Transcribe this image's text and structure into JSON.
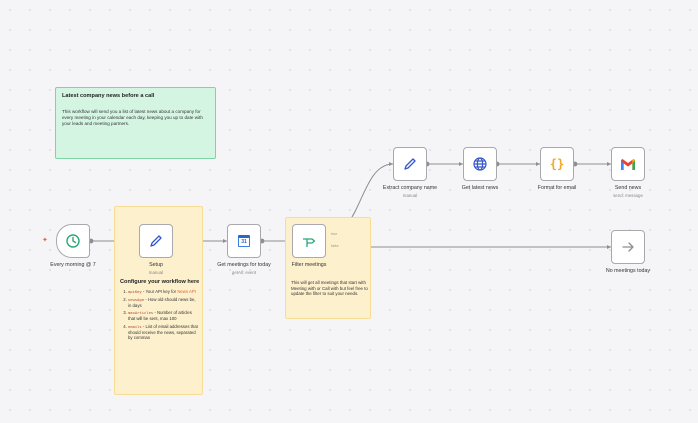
{
  "canvas": {
    "background": "#f5f5f7",
    "accent_trigger": "#f25a4a",
    "node_border": "#a9a9ad"
  },
  "sticky_top": {
    "title": "Latest company news before a call",
    "body": "This workflow will send you a list of latest news about a company for every meeting in your calendar each day, keeping you up to date with your leads and meeting partners."
  },
  "sticky_setup": {
    "title": "Configure your workflow here",
    "items": [
      {
        "code": "apiKey",
        "text": " - Your API key for ",
        "link": "News API"
      },
      {
        "code": "newsAge",
        "text": " - How old should news be, in days"
      },
      {
        "code": "maxArticles",
        "text": " - Number of articles that will be sent, max 100"
      },
      {
        "code": "emails",
        "text": " - List of email addresses that should receive the news, separated by commas"
      }
    ]
  },
  "sticky_filter": {
    "body": "This will get all meetings that start with Meeting with or Call with but feel free to update the filter to suit your needs."
  },
  "nodes": {
    "trigger": {
      "label": "Every morning @ 7",
      "icon": "clock-icon"
    },
    "setup": {
      "label": "Setup",
      "sub": "manual",
      "icon": "pencil-icon"
    },
    "calendar": {
      "label": "Get meetings for today",
      "sub": "getAll: event",
      "icon": "google-calendar-icon"
    },
    "filter": {
      "label": "Filter meetings",
      "icon": "filter-icon",
      "port_true": "true",
      "port_false": "false"
    },
    "extract": {
      "label": "Extract company name",
      "sub": "manual",
      "icon": "pencil-icon"
    },
    "news": {
      "label": "Get latest news",
      "icon": "globe-icon"
    },
    "format": {
      "label": "Format for email",
      "icon": "code-braces-icon"
    },
    "send": {
      "label": "Send news",
      "sub": "send: message",
      "icon": "gmail-icon"
    },
    "nomeet": {
      "label": "No meetings today",
      "icon": "arrow-right-icon"
    }
  }
}
